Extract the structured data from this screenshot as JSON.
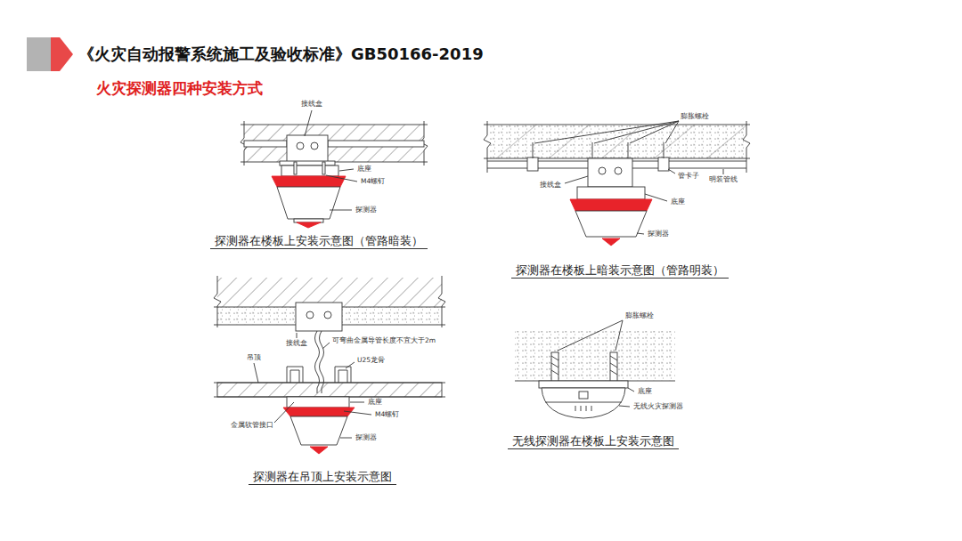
{
  "diagram": {
    "title": "《火灾自动报警系统施工及验收标准》GB50166-2019",
    "labels": [
      "火灾探测器四种安装方式",
      "接线盒",
      "底座",
      "M4螺钉",
      "探测器",
      "探测器在楼板上安装示意图（管路暗装）",
      "膨胀螺栓",
      "接线盒",
      "管卡子",
      "明装管线",
      "底座",
      "探测器",
      "探测器在楼板上暗装示意图（管路明装）",
      "接线盒",
      "可弯曲金属导管长度不宜大于2m",
      "U25龙骨",
      "吊顶",
      "底座",
      "M4螺钉",
      "金属软管接口",
      "探测器",
      "探测器在吊顶上安装示意图",
      "膨胀螺栓",
      "底座",
      "无线火灾探测器",
      "无线探测器在楼板上安装示意图"
    ]
  }
}
